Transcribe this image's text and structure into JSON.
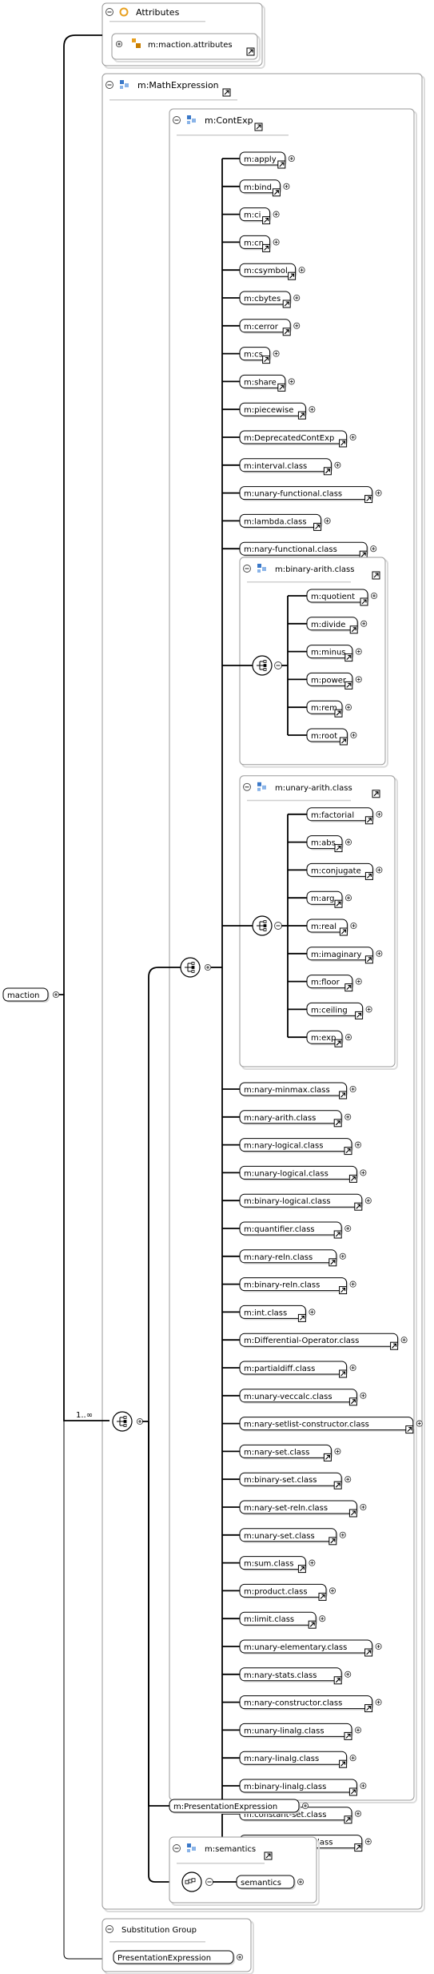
{
  "root": {
    "label": "maction"
  },
  "attributes": {
    "title": "Attributes",
    "attribute_group": "m:maction.attributes"
  },
  "math_expression": {
    "title": "m:MathExpression"
  },
  "cont_exp": {
    "title": "m:ContExp",
    "top_items": [
      "m:apply",
      "m:bind",
      "m:ci",
      "m:cn",
      "m:csymbol",
      "m:cbytes",
      "m:cerror",
      "m:cs",
      "m:share",
      "m:piecewise",
      "m:DeprecatedContExp",
      "m:interval.class",
      "m:unary-functional.class",
      "m:lambda.class",
      "m:nary-functional.class"
    ],
    "binary_arith": {
      "title": "m:binary-arith.class",
      "items": [
        "m:quotient",
        "m:divide",
        "m:minus",
        "m:power",
        "m:rem",
        "m:root"
      ]
    },
    "unary_arith": {
      "title": "m:unary-arith.class",
      "items": [
        "m:factorial",
        "m:abs",
        "m:conjugate",
        "m:arg",
        "m:real",
        "m:imaginary",
        "m:floor",
        "m:ceiling",
        "m:exp"
      ]
    },
    "bottom_items": [
      "m:nary-minmax.class",
      "m:nary-arith.class",
      "m:nary-logical.class",
      "m:unary-logical.class",
      "m:binary-logical.class",
      "m:quantifier.class",
      "m:nary-reln.class",
      "m:binary-reln.class",
      "m:int.class",
      "m:Differential-Operator.class",
      "m:partialdiff.class",
      "m:unary-veccalc.class",
      "m:nary-setlist-constructor.class",
      "m:nary-set.class",
      "m:binary-set.class",
      "m:nary-set-reln.class",
      "m:unary-set.class",
      "m:sum.class",
      "m:product.class",
      "m:limit.class",
      "m:unary-elementary.class",
      "m:nary-stats.class",
      "m:nary-constructor.class",
      "m:unary-linalg.class",
      "m:nary-linalg.class",
      "m:binary-linalg.class",
      "m:constant-set.class",
      "m:constant-arith.class"
    ]
  },
  "presentation_expression": {
    "label": "m:PresentationExpression"
  },
  "semantics_group": {
    "title": "m:semantics",
    "element": "semantics"
  },
  "substitution_group": {
    "title": "Substitution Group",
    "element": "PresentationExpression"
  },
  "multiplicity": "1..∞"
}
